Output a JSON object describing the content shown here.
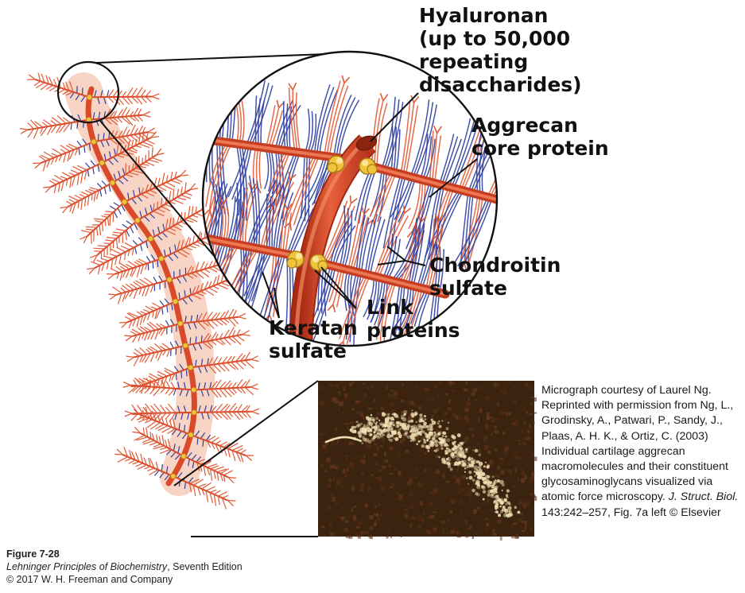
{
  "labels": {
    "hyaluronan": [
      "Hyaluronan",
      "(up to 50,000",
      "repeating",
      "disaccharides)"
    ],
    "aggrecan_core": [
      "Aggrecan",
      "core protein"
    ],
    "chondroitin": [
      "Chondroitin",
      "sulfate"
    ],
    "keratan": [
      "Keratan",
      "sulfate"
    ],
    "link": [
      "Link",
      "proteins"
    ]
  },
  "credit": {
    "line1": "Micrograph courtesy of Laurel Ng.",
    "line2": "Reprinted with permission from Ng, L.,",
    "line3": "Grodinsky, A., Patwari, P., Sandy, J.,",
    "line4": "Plaas, A. H. K., & Ortiz, C. (2003)",
    "line5": "Individual cartilage aggrecan",
    "line6": "macromolecules and their constituent",
    "line7": "glycosaminoglycans visualized via",
    "line8_text": "atomic force microscopy. ",
    "line8_journal": "J. Struct. Biol.",
    "line9": "143:242–257, Fig. 7a left © Elsevier"
  },
  "caption": {
    "figure": "Figure 7-28",
    "book_title": "Lehninger Principles of Biochemistry",
    "book_edition": ", Seventh Edition",
    "copyright": "© 2017 W. H. Freeman and Company"
  },
  "colors": {
    "hyaluronan": "#d9492a",
    "core_protein": "#d9492a",
    "chondroitin": "#e15a35",
    "keratan": "#2f3f9e",
    "link_protein": "#f0c43a",
    "micrograph_bg": "#3a2410",
    "micrograph_molecule": "#f2e2b4"
  },
  "icons": {
    "micrograph": "afm-micrograph-image"
  }
}
